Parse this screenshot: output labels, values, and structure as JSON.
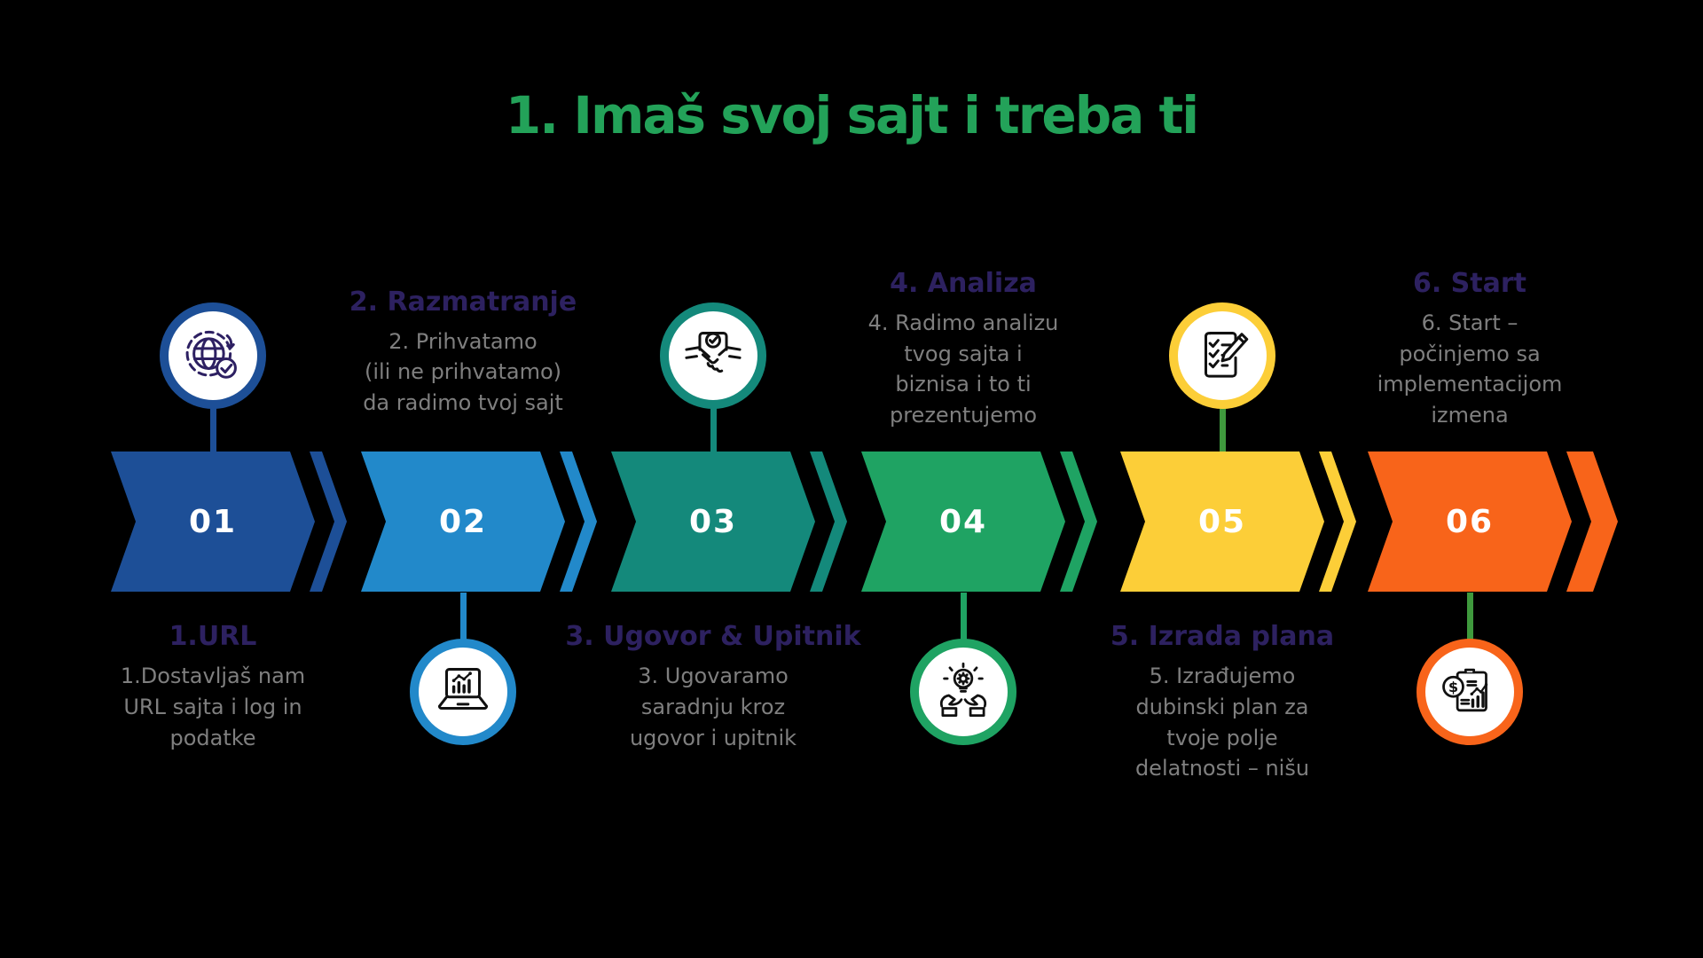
{
  "background_color": "#000000",
  "title": {
    "text": "1. Imaš svoj sajt i treba ti",
    "color": "#23a259"
  },
  "heading_color": "#2d2160",
  "body_color": "#7f7f7f",
  "number_color": "#ffffff",
  "steps": [
    {
      "number": "01",
      "heading": "1.URL",
      "body": "1.Dostavljaš nam\nURL sajta i log in\npodatke",
      "color": "#1d4f97",
      "connector_color": "#1d4f97",
      "icon": "globe-check-icon"
    },
    {
      "number": "02",
      "heading": "2. Razmatranje",
      "body": "2. Prihvatamo\n(ili ne prihvatamo)\nda radimo tvoj sajt",
      "color": "#2289ca",
      "connector_color": "#2289ca",
      "icon": "laptop-chart-icon"
    },
    {
      "number": "03",
      "heading": "3. Ugovor & Upitnik",
      "body": "3. Ugovaramo\nsaradnju kroz\nugovor i upitnik",
      "color": "#14897b",
      "connector_color": "#14897b",
      "icon": "handshake-icon"
    },
    {
      "number": "04",
      "heading": "4. Analiza",
      "body": "4. Radimo analizu\ntvog sajta i\nbiznisa i to ti\nprezentujemo",
      "color": "#1fa363",
      "connector_color": "#1fa363",
      "icon": "hands-lightbulb-icon"
    },
    {
      "number": "05",
      "heading": "5. Izrada plana",
      "body": "5. Izrađujemo\ndubinski plan za\ntvoje polje\ndelatnosti – nišu",
      "color": "#fcce38",
      "connector_color": "#3f993d",
      "icon": "checklist-pencil-icon"
    },
    {
      "number": "06",
      "heading": "6. Start",
      "body": "6. Start –\npočinjemo sa\nimplementacijom\nizmena",
      "color": "#f8641a",
      "connector_color": "#3f993d",
      "icon": "money-report-icon"
    }
  ]
}
